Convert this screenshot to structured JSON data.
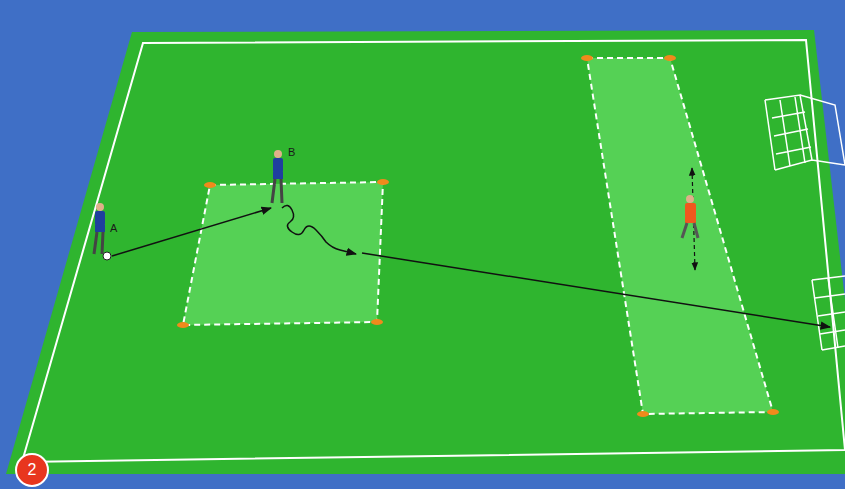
{
  "diagram": {
    "labels": [
      "A",
      "B",
      "2"
    ]
  }
}
